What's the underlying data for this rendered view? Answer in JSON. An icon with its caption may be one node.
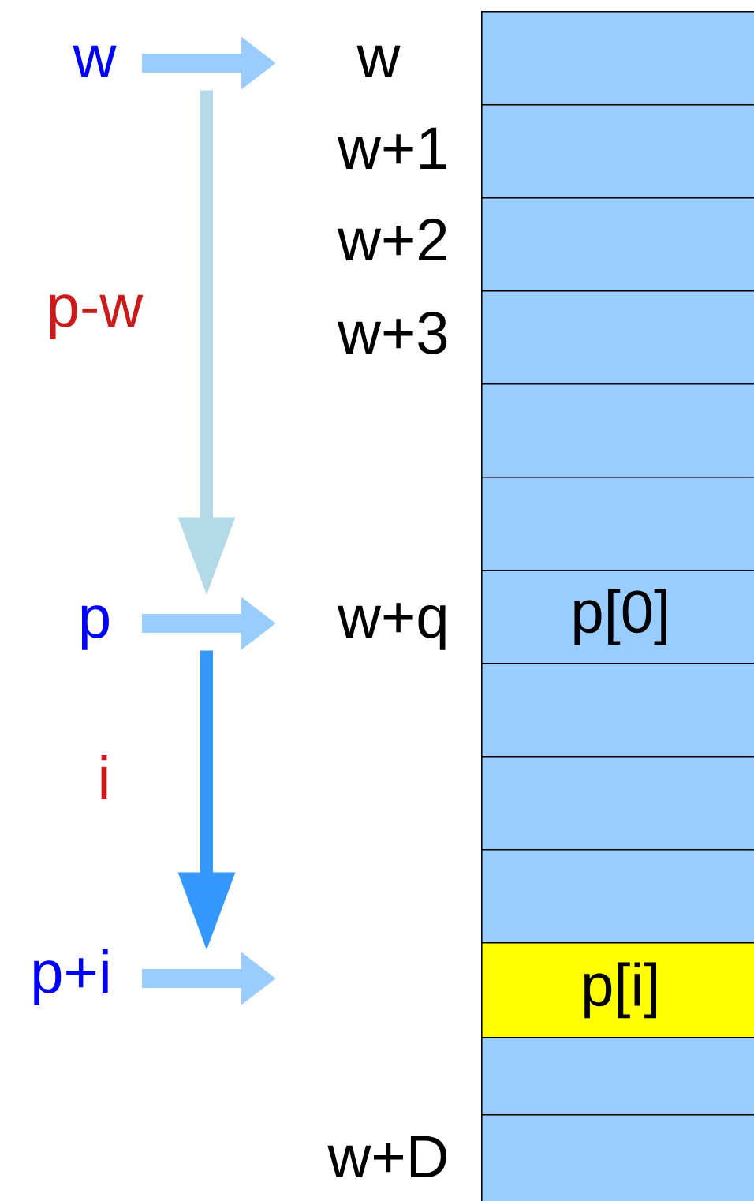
{
  "diagram": {
    "nodes": [
      {
        "text": [
          "w"
        ]
      },
      {
        "text": [
          "w"
        ]
      },
      {
        "text": [
          "p"
        ]
      },
      {
        "text": [
          "w+q"
        ]
      },
      {
        "text": [
          "p+i"
        ]
      },
      {
        "text": [],
        "shape": "box"
      },
      {
        "text": [],
        "shape": "box"
      },
      {
        "text": [],
        "shape": "box"
      },
      {
        "text": [],
        "shape": "box"
      },
      {
        "text": [],
        "shape": "box"
      },
      {
        "text": [],
        "shape": "box"
      },
      {
        "text": [
          "p[0]"
        ]
      },
      {
        "text": [],
        "shape": "box"
      },
      {
        "text": [],
        "shape": "box"
      },
      {
        "text": [],
        "shape": "box"
      },
      {
        "text": [
          "p[i]"
        ]
      },
      {
        "text": [],
        "shape": "box"
      },
      {
        "text": [],
        "shape": "box"
      }
    ],
    "edges": [
      {
        "from": 0,
        "to": 1,
        "arrow": "to"
      },
      {
        "from": 2,
        "to": 3,
        "arrow": "to"
      },
      {
        "from": 4,
        "to": null,
        "arrow": "to"
      },
      {
        "from": 0,
        "to": 2,
        "arrow": "to",
        "label": "p-w",
        "color": "#b3dae6"
      },
      {
        "from": 2,
        "to": 4,
        "arrow": "to",
        "label": "i",
        "color": "#3399ff"
      }
    ],
    "labels": [
      "w+1",
      "w+2",
      "w+3",
      "w+D"
    ]
  }
}
